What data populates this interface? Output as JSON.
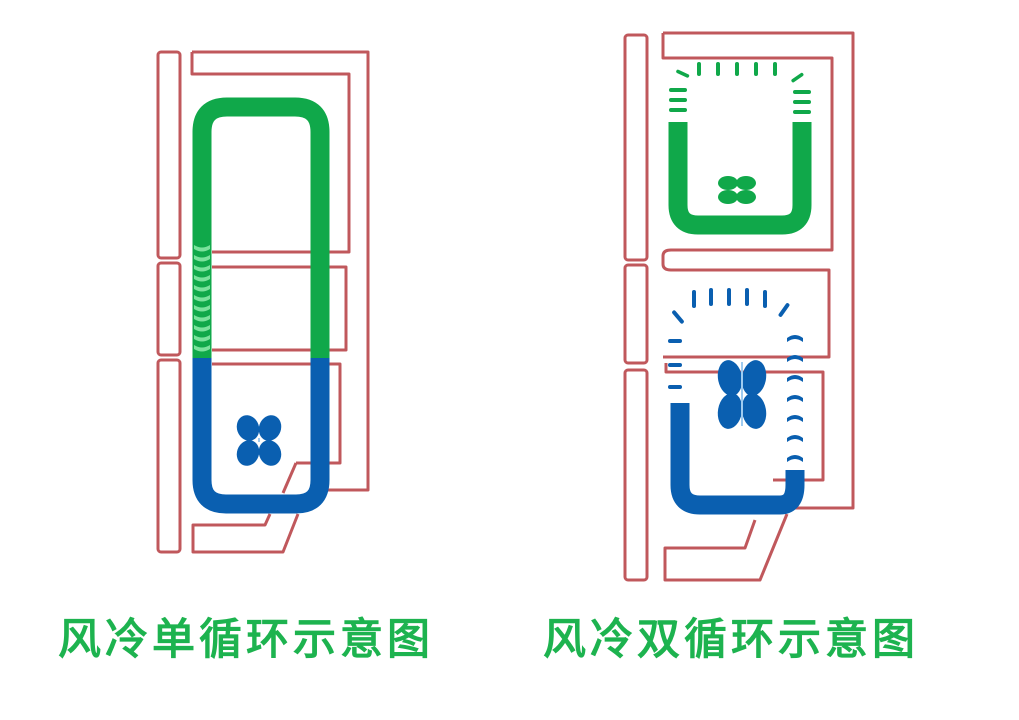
{
  "colors": {
    "background": "#ffffff",
    "cabinet_outline": "#c0585c",
    "fridge_airflow": "#10a84a",
    "freezer_airflow": "#0a5fb0",
    "caption": "#1db34f"
  },
  "diagrams": [
    {
      "id": "single-circulation",
      "caption": "风冷单循环示意图",
      "fans": [
        {
          "icon": "fan-icon",
          "color": "blue",
          "location": "freezer compartment"
        }
      ],
      "airflow_loops": [
        {
          "color": "green",
          "region": "fridge compartment (upper)"
        },
        {
          "color": "blue",
          "region": "freezer compartment (lower)"
        }
      ]
    },
    {
      "id": "dual-circulation",
      "caption": "风冷双循环示意图",
      "fans": [
        {
          "icon": "fan-icon",
          "color": "green",
          "location": "fridge compartment"
        },
        {
          "icon": "fan-icon",
          "color": "blue",
          "location": "freezer compartment"
        }
      ],
      "airflow_loops": [
        {
          "color": "green",
          "region": "fridge compartment (upper)"
        },
        {
          "color": "blue",
          "region": "freezer compartment (lower)"
        }
      ]
    }
  ]
}
